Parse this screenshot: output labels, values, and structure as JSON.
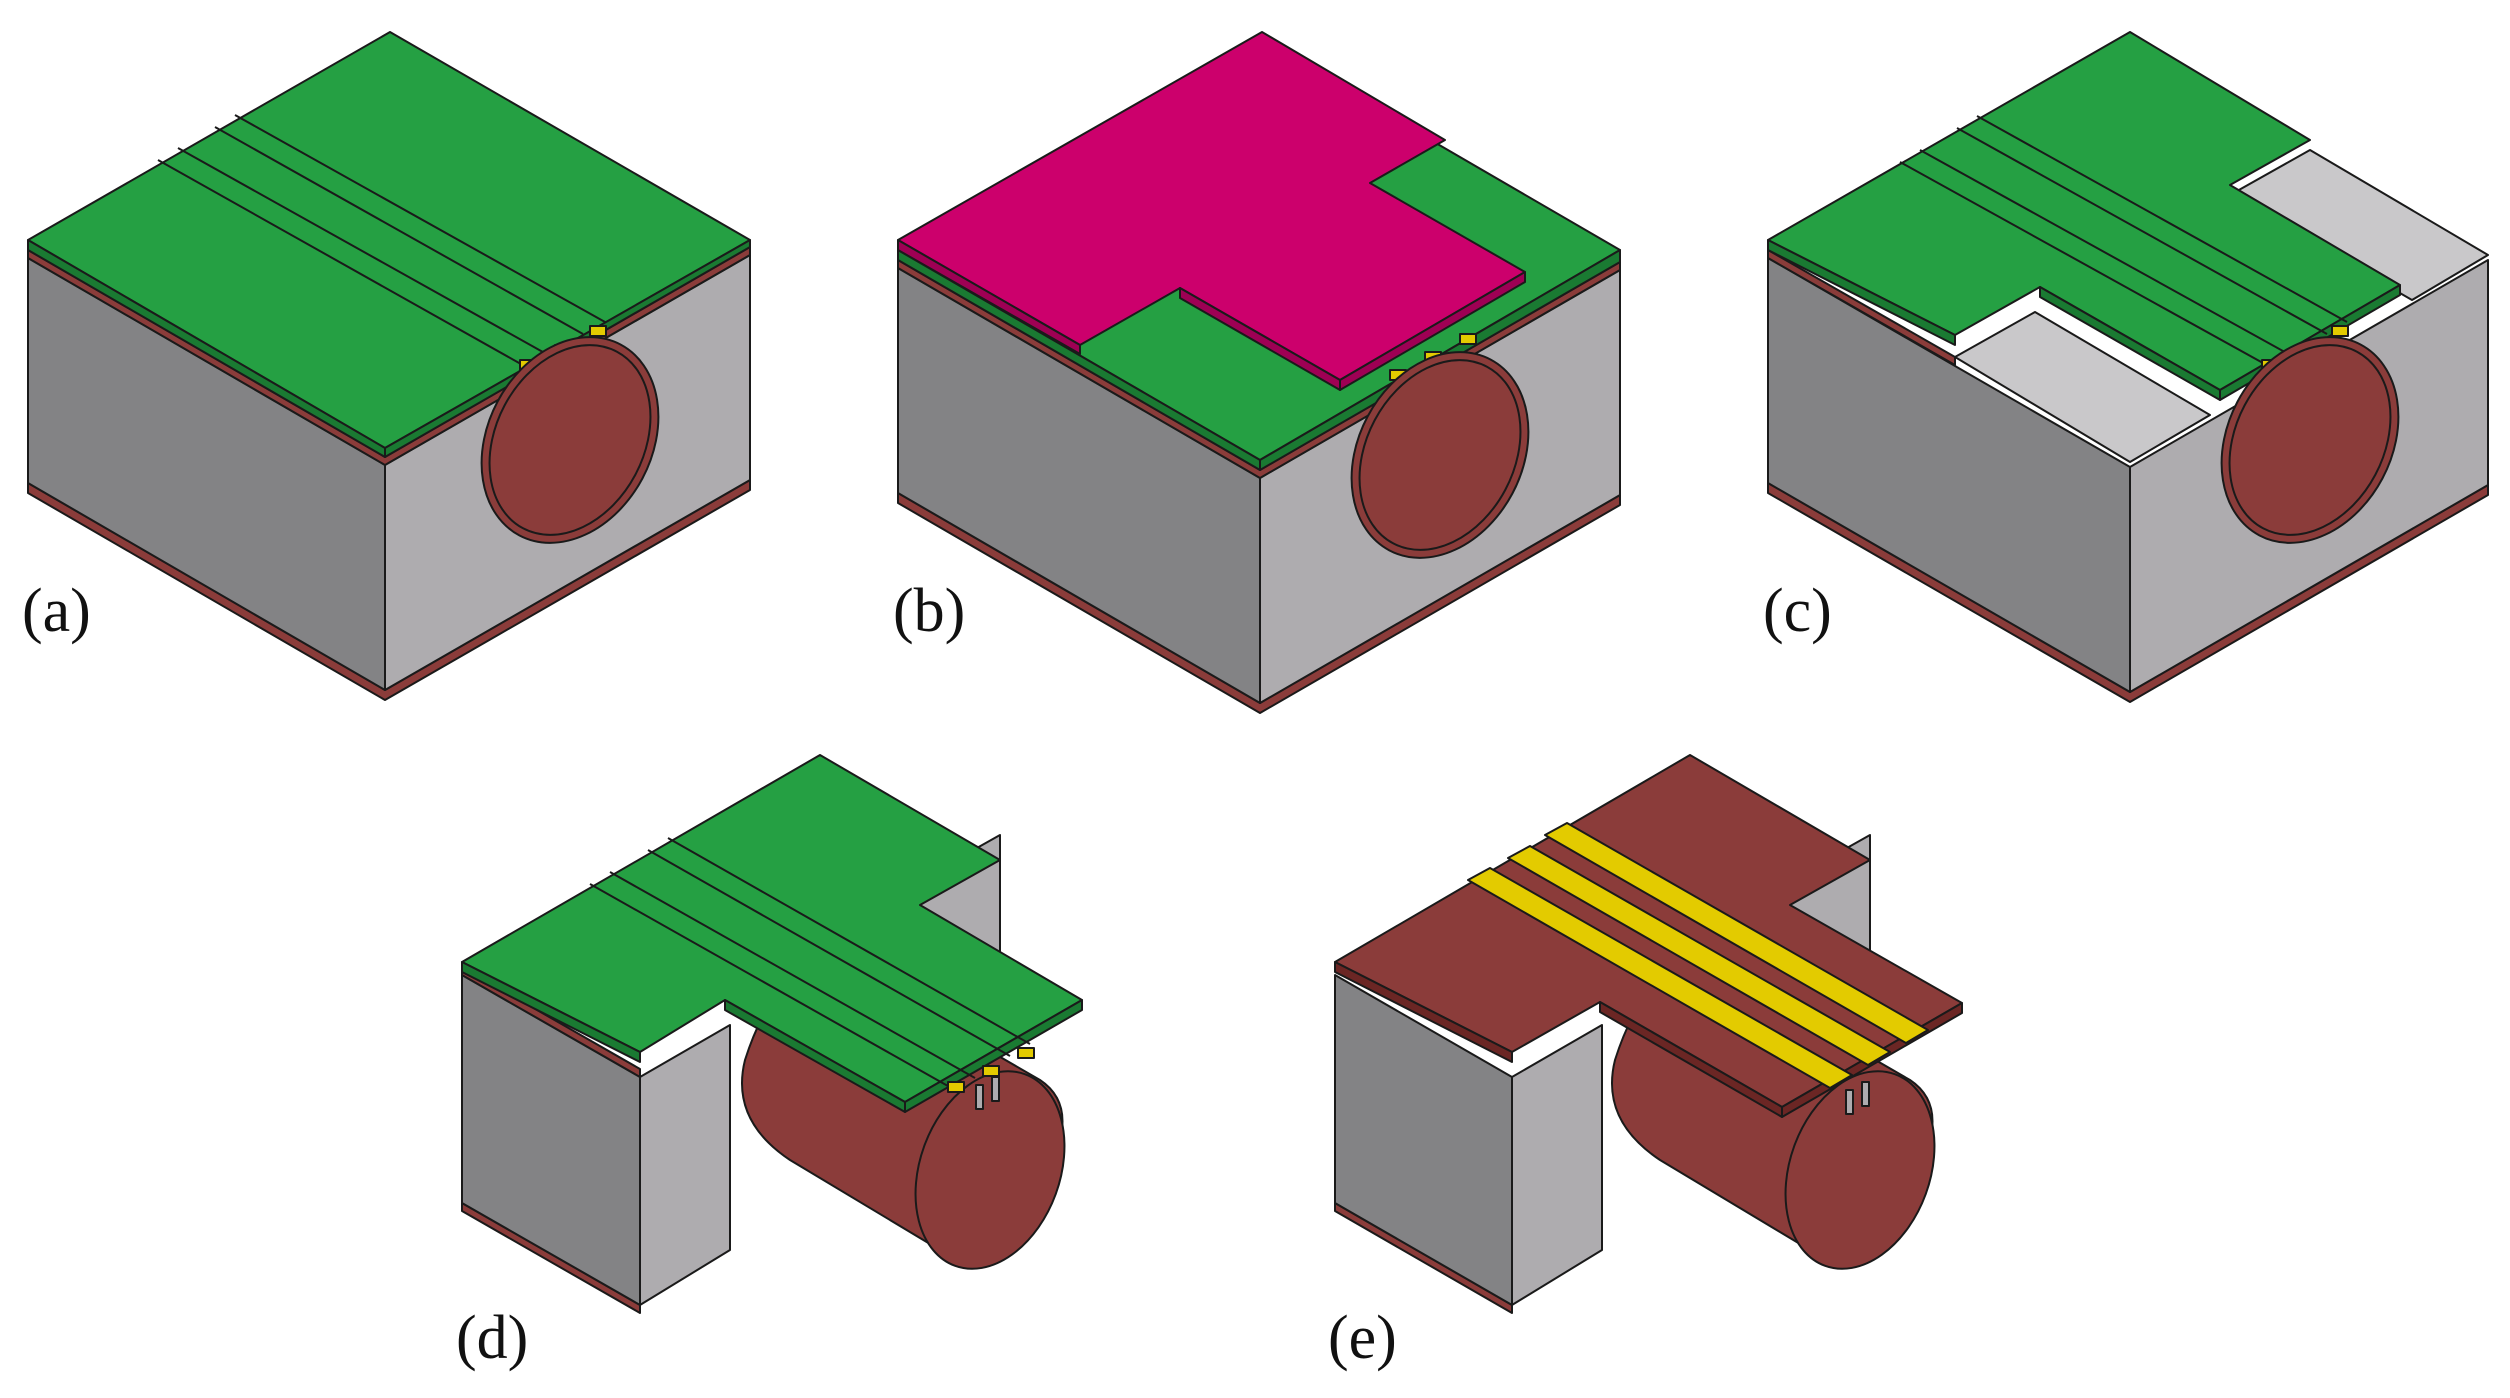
{
  "panels": [
    {
      "id": "a",
      "label": "(a)"
    },
    {
      "id": "b",
      "label": "(b)"
    },
    {
      "id": "c",
      "label": "(c)"
    },
    {
      "id": "d",
      "label": "(d)"
    },
    {
      "id": "e",
      "label": "(e)"
    }
  ],
  "colors": {
    "substrate_green": "#25a043",
    "substrate_green_edge": "#1a7a32",
    "cover_magenta": "#cc006c",
    "cover_magenta_edge": "#9e0054",
    "copper": "#8b3c3a",
    "copper_dark": "#6b2624",
    "block_left_face": "#838385",
    "block_right_face": "#aeacaf",
    "block_top_face": "#c9c8ca",
    "strip_yellow": "#e3cb00",
    "outline": "#1a1a1a"
  }
}
